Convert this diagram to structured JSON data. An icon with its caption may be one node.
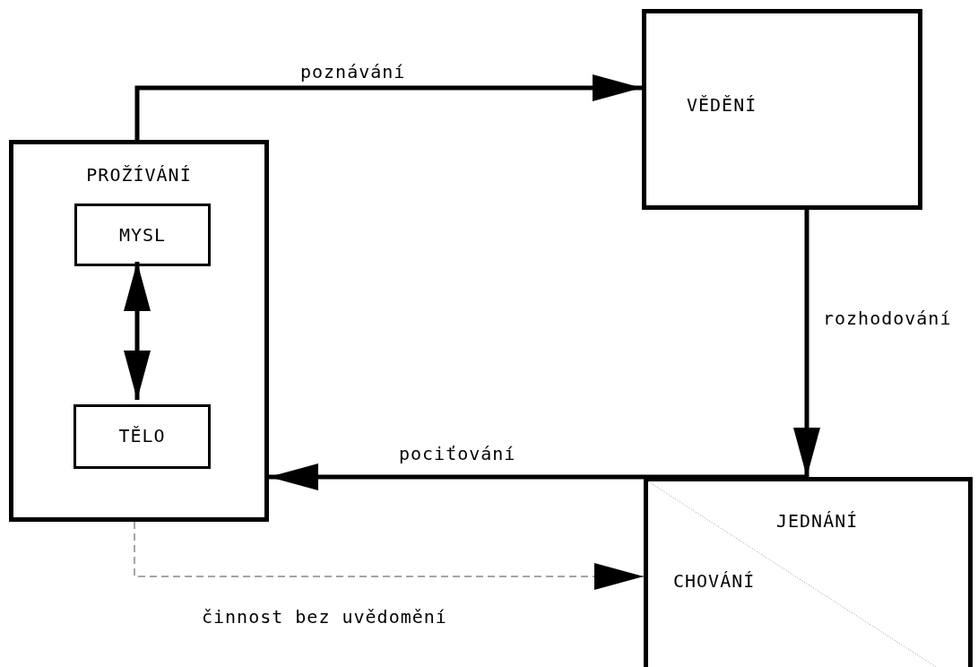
{
  "diagram": {
    "nodes": [
      {
        "text": [
          "PROŽÍVÁNÍ"
        ]
      },
      {
        "text": [
          "MYSL"
        ],
        "in": 0
      },
      {
        "text": [
          "TĚLO"
        ],
        "in": 0
      },
      {
        "text": [
          "VĚDĚNÍ"
        ]
      },
      {
        "text": [
          "JEDNÁNÍ",
          "CHOVÁNÍ"
        ]
      }
    ],
    "edges": [
      {
        "from": 0,
        "to": 3,
        "arrow": "to",
        "label": "poznávání"
      },
      {
        "from": 3,
        "to": 4,
        "arrow": "to",
        "label": "rozhodování"
      },
      {
        "from": 4,
        "to": 0,
        "arrow": "to",
        "label": "pociťování"
      },
      {
        "from": 1,
        "to": 2,
        "arrow": "both"
      },
      {
        "from": 0,
        "to": 4,
        "arrow": "to",
        "label": "činnost bez uvědomění",
        "style": "dashed",
        "color": "#888888"
      }
    ]
  }
}
